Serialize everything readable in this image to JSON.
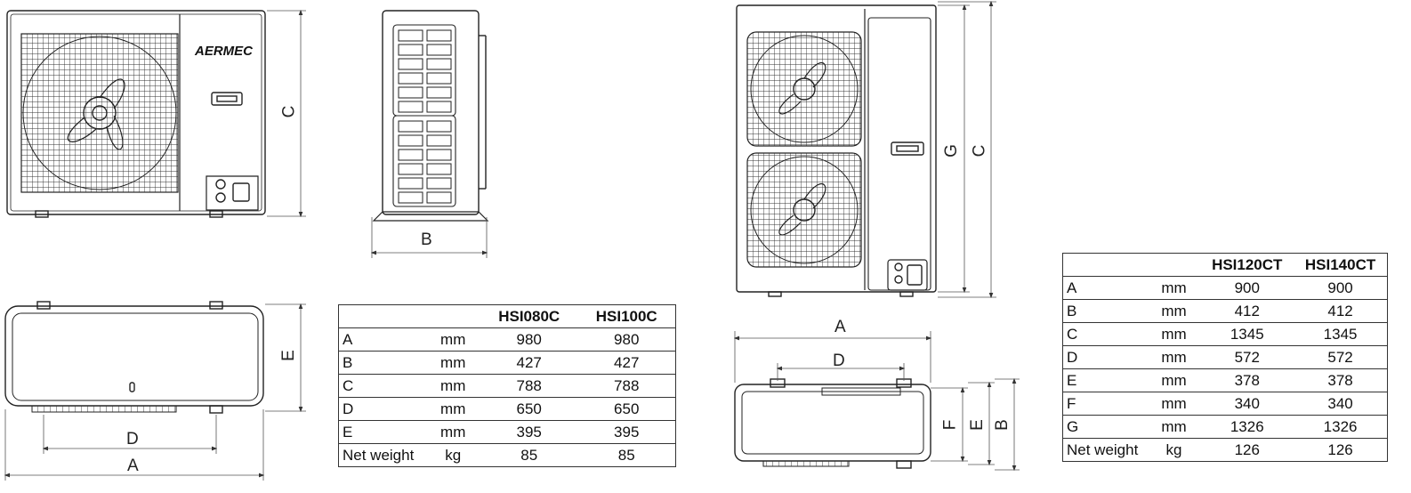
{
  "brand": "AERMEC",
  "dimension_labels": {
    "small_front_c": "C",
    "small_side_b": "B",
    "small_top_e": "E",
    "small_top_d": "D",
    "small_top_a": "A",
    "large_front_g": "G",
    "large_front_c": "C",
    "large_top_a": "A",
    "large_top_d": "D",
    "large_top_f": "F",
    "large_top_e": "E",
    "large_top_b": "B"
  },
  "table_small": {
    "headers": [
      "",
      "",
      "HSI080C",
      "HSI100C"
    ],
    "rows": [
      {
        "param": "A",
        "unit": "mm",
        "v1": "980",
        "v2": "980"
      },
      {
        "param": "B",
        "unit": "mm",
        "v1": "427",
        "v2": "427"
      },
      {
        "param": "C",
        "unit": "mm",
        "v1": "788",
        "v2": "788"
      },
      {
        "param": "D",
        "unit": "mm",
        "v1": "650",
        "v2": "650"
      },
      {
        "param": "E",
        "unit": "mm",
        "v1": "395",
        "v2": "395"
      },
      {
        "param": "Net weight",
        "unit": "kg",
        "v1": "85",
        "v2": "85"
      }
    ]
  },
  "table_large": {
    "headers": [
      "",
      "",
      "HSI120CT",
      "HSI140CT"
    ],
    "rows": [
      {
        "param": "A",
        "unit": "mm",
        "v1": "900",
        "v2": "900"
      },
      {
        "param": "B",
        "unit": "mm",
        "v1": "412",
        "v2": "412"
      },
      {
        "param": "C",
        "unit": "mm",
        "v1": "1345",
        "v2": "1345"
      },
      {
        "param": "D",
        "unit": "mm",
        "v1": "572",
        "v2": "572"
      },
      {
        "param": "E",
        "unit": "mm",
        "v1": "378",
        "v2": "378"
      },
      {
        "param": "F",
        "unit": "mm",
        "v1": "340",
        "v2": "340"
      },
      {
        "param": "G",
        "unit": "mm",
        "v1": "1326",
        "v2": "1326"
      },
      {
        "param": "Net weight",
        "unit": "kg",
        "v1": "126",
        "v2": "126"
      }
    ]
  }
}
